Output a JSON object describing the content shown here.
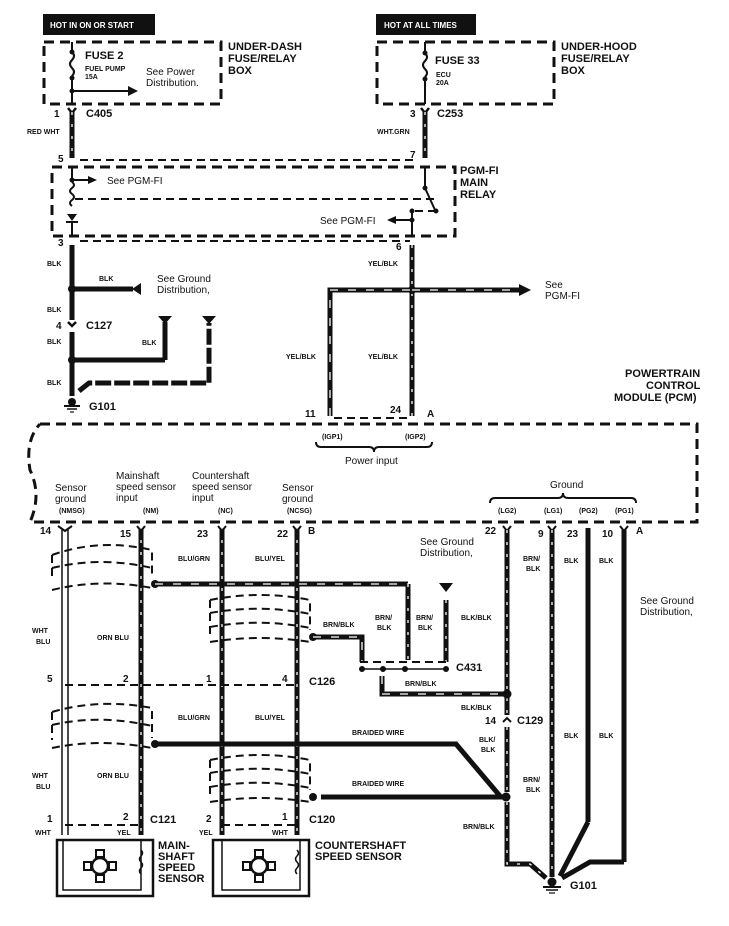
{
  "diagram": {
    "title": "Transmission speed sensor circuit wiring diagram",
    "power_sources": [
      {
        "header": "HOT IN ON OR START",
        "fuse": "FUSE 2",
        "fuse_desc": "FUEL PUMP",
        "fuse_rating": "15A",
        "note": "See Power Distribution.",
        "box": "UNDER-DASH FUSE/RELAY BOX",
        "box_lines": [
          "UNDER-DASH",
          "FUSE/RELAY",
          "BOX"
        ],
        "connector": "C405",
        "pin": "1",
        "wire": "RED WHT"
      },
      {
        "header": "HOT AT ALL TIMES",
        "fuse": "FUSE 33",
        "fuse_desc": "ECU",
        "fuse_rating": "20A",
        "box": "UNDER-HOOD FUSE/RELAY BOX",
        "box_lines": [
          "UNDER-HOOD",
          "FUSE/RELAY",
          "BOX"
        ],
        "connector": "C253",
        "pin": "3",
        "wire": "WHT.GRN"
      }
    ],
    "relay": {
      "name_lines": [
        "PGM-FI",
        "MAIN",
        "RELAY"
      ],
      "pins": {
        "left_in": "5",
        "right_in": "7",
        "left_out": "3",
        "right_out": "6"
      },
      "notes": [
        "See PGM-FI",
        "See PGM-FI"
      ]
    },
    "ground_branch": {
      "wires": [
        "BLK",
        "BLK",
        "BLK",
        "BLK",
        "BLK",
        "BLK"
      ],
      "note_lines": [
        "See Ground",
        "Distribution,"
      ],
      "connector": "C127",
      "connector_pin": "4",
      "ground": "G101"
    },
    "power_feed": {
      "wire": "YEL/BLK",
      "left_wire": "YEL/BLK",
      "right_wire": "YEL/BLK",
      "note_lines": [
        "See",
        "PGM-FI"
      ],
      "pins": [
        "11",
        "24",
        "A"
      ],
      "terminals": [
        "(IGP1)",
        "(IGP2)"
      ],
      "group_label": "Power input"
    },
    "pcm": {
      "name_lines": [
        "POWERTRAIN",
        "CONTROL",
        "MODULE (PCM)"
      ],
      "inputs": [
        {
          "label_lines": [
            "Sensor",
            "ground"
          ],
          "terminal": "(NMSG)",
          "pin": "14"
        },
        {
          "label_lines": [
            "Mainshaft",
            "speed sensor",
            "input"
          ],
          "terminal": "(NM)",
          "pin": "15"
        },
        {
          "label_lines": [
            "Countershaft",
            "speed sensor",
            "input"
          ],
          "terminal": "(NC)",
          "pin": "23"
        },
        {
          "label_lines": [
            "Sensor",
            "ground"
          ],
          "terminal": "(NCSG)",
          "pin": "22",
          "connector": "B"
        }
      ],
      "ground_group": {
        "label": "Ground",
        "terminals": [
          "(LG2)",
          "(LG1)",
          "(PG2)",
          "(PG1)"
        ],
        "pins": [
          "22",
          "9",
          "23",
          "10"
        ],
        "connector": "A"
      }
    },
    "wire_labels": {
      "blu_grn": "BLU/GRN",
      "blu_yel": "BLU/YEL",
      "wht_blu_1": "WHT",
      "wht_blu_2": "BLU",
      "orn_blu": "ORN BLU",
      "brn_blk": "BRN/BLK",
      "brn_blk_split_1": "BRN/",
      "brn_blk_split_2": "BLK",
      "blk_blk": "BLK/BLK",
      "blk_blk_split_1": "BLK/",
      "blk_blk_split_2": "BLK",
      "blk": "BLK",
      "braided_wire": "BRAIDED WIRE",
      "wht": "WHT",
      "yel": "YEL"
    },
    "connectors": {
      "c126": {
        "name": "C126",
        "pins": [
          "5",
          "2",
          "1",
          "4"
        ]
      },
      "c431": {
        "name": "C431"
      },
      "c129": {
        "name": "C129",
        "pin": "14"
      },
      "c121": {
        "name": "C121",
        "pins": [
          "1",
          "2"
        ]
      },
      "c120": {
        "name": "C120",
        "pins": [
          "2",
          "1"
        ]
      }
    },
    "ground_notes": [
      [
        "See Ground",
        "Distribution,"
      ],
      [
        "See Ground",
        "Distribution,"
      ]
    ],
    "sensors": [
      {
        "name_lines": [
          "MAIN-",
          "SHAFT",
          "SPEED",
          "SENSOR"
        ]
      },
      {
        "name_lines": [
          "COUNTERSHAFT",
          "SPEED SENSOR"
        ]
      }
    ],
    "main_ground": "G101"
  }
}
